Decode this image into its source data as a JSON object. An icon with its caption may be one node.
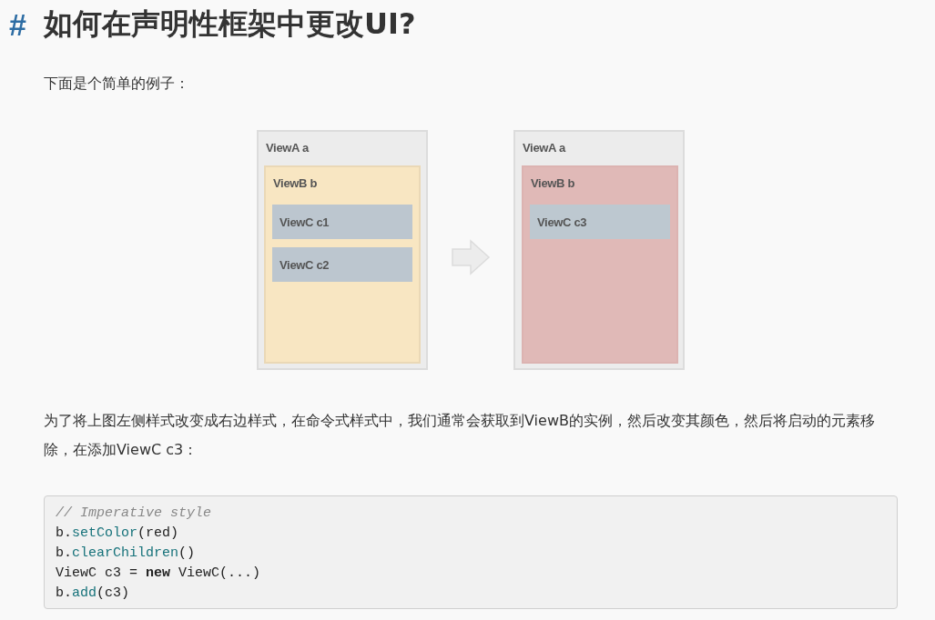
{
  "diagram": {
    "title": "如何在声明性框架中更改UI?",
    "nodes": [
      {
        "text": [
          "ViewA a"
        ]
      },
      {
        "text": [
          "ViewB b"
        ],
        "in": 0
      },
      {
        "text": [
          "ViewC c1"
        ],
        "in": 1
      },
      {
        "text": [
          "ViewC c2"
        ],
        "in": 1
      },
      {
        "text": [
          "ViewA a"
        ]
      },
      {
        "text": [
          "ViewB b"
        ],
        "in": 4
      },
      {
        "text": [
          "ViewC c3"
        ],
        "in": 5
      }
    ],
    "edges": [
      {
        "from": 0,
        "to": 4,
        "arrow": "to"
      }
    ],
    "labels": [
      "#",
      "下面是个简单的例子：",
      "为了将上图左侧样式改变成右边样式，在命令式样式中，我们通常会获取到ViewB的实例，然后改变其颜色，然后将启动的元素移除，在添加ViewC c3：",
      "// Imperative style",
      "b.setColor(red)",
      "b.clearChildren()",
      "ViewC c3 = **new** ViewC(...)",
      "b.add(c3)"
    ]
  }
}
